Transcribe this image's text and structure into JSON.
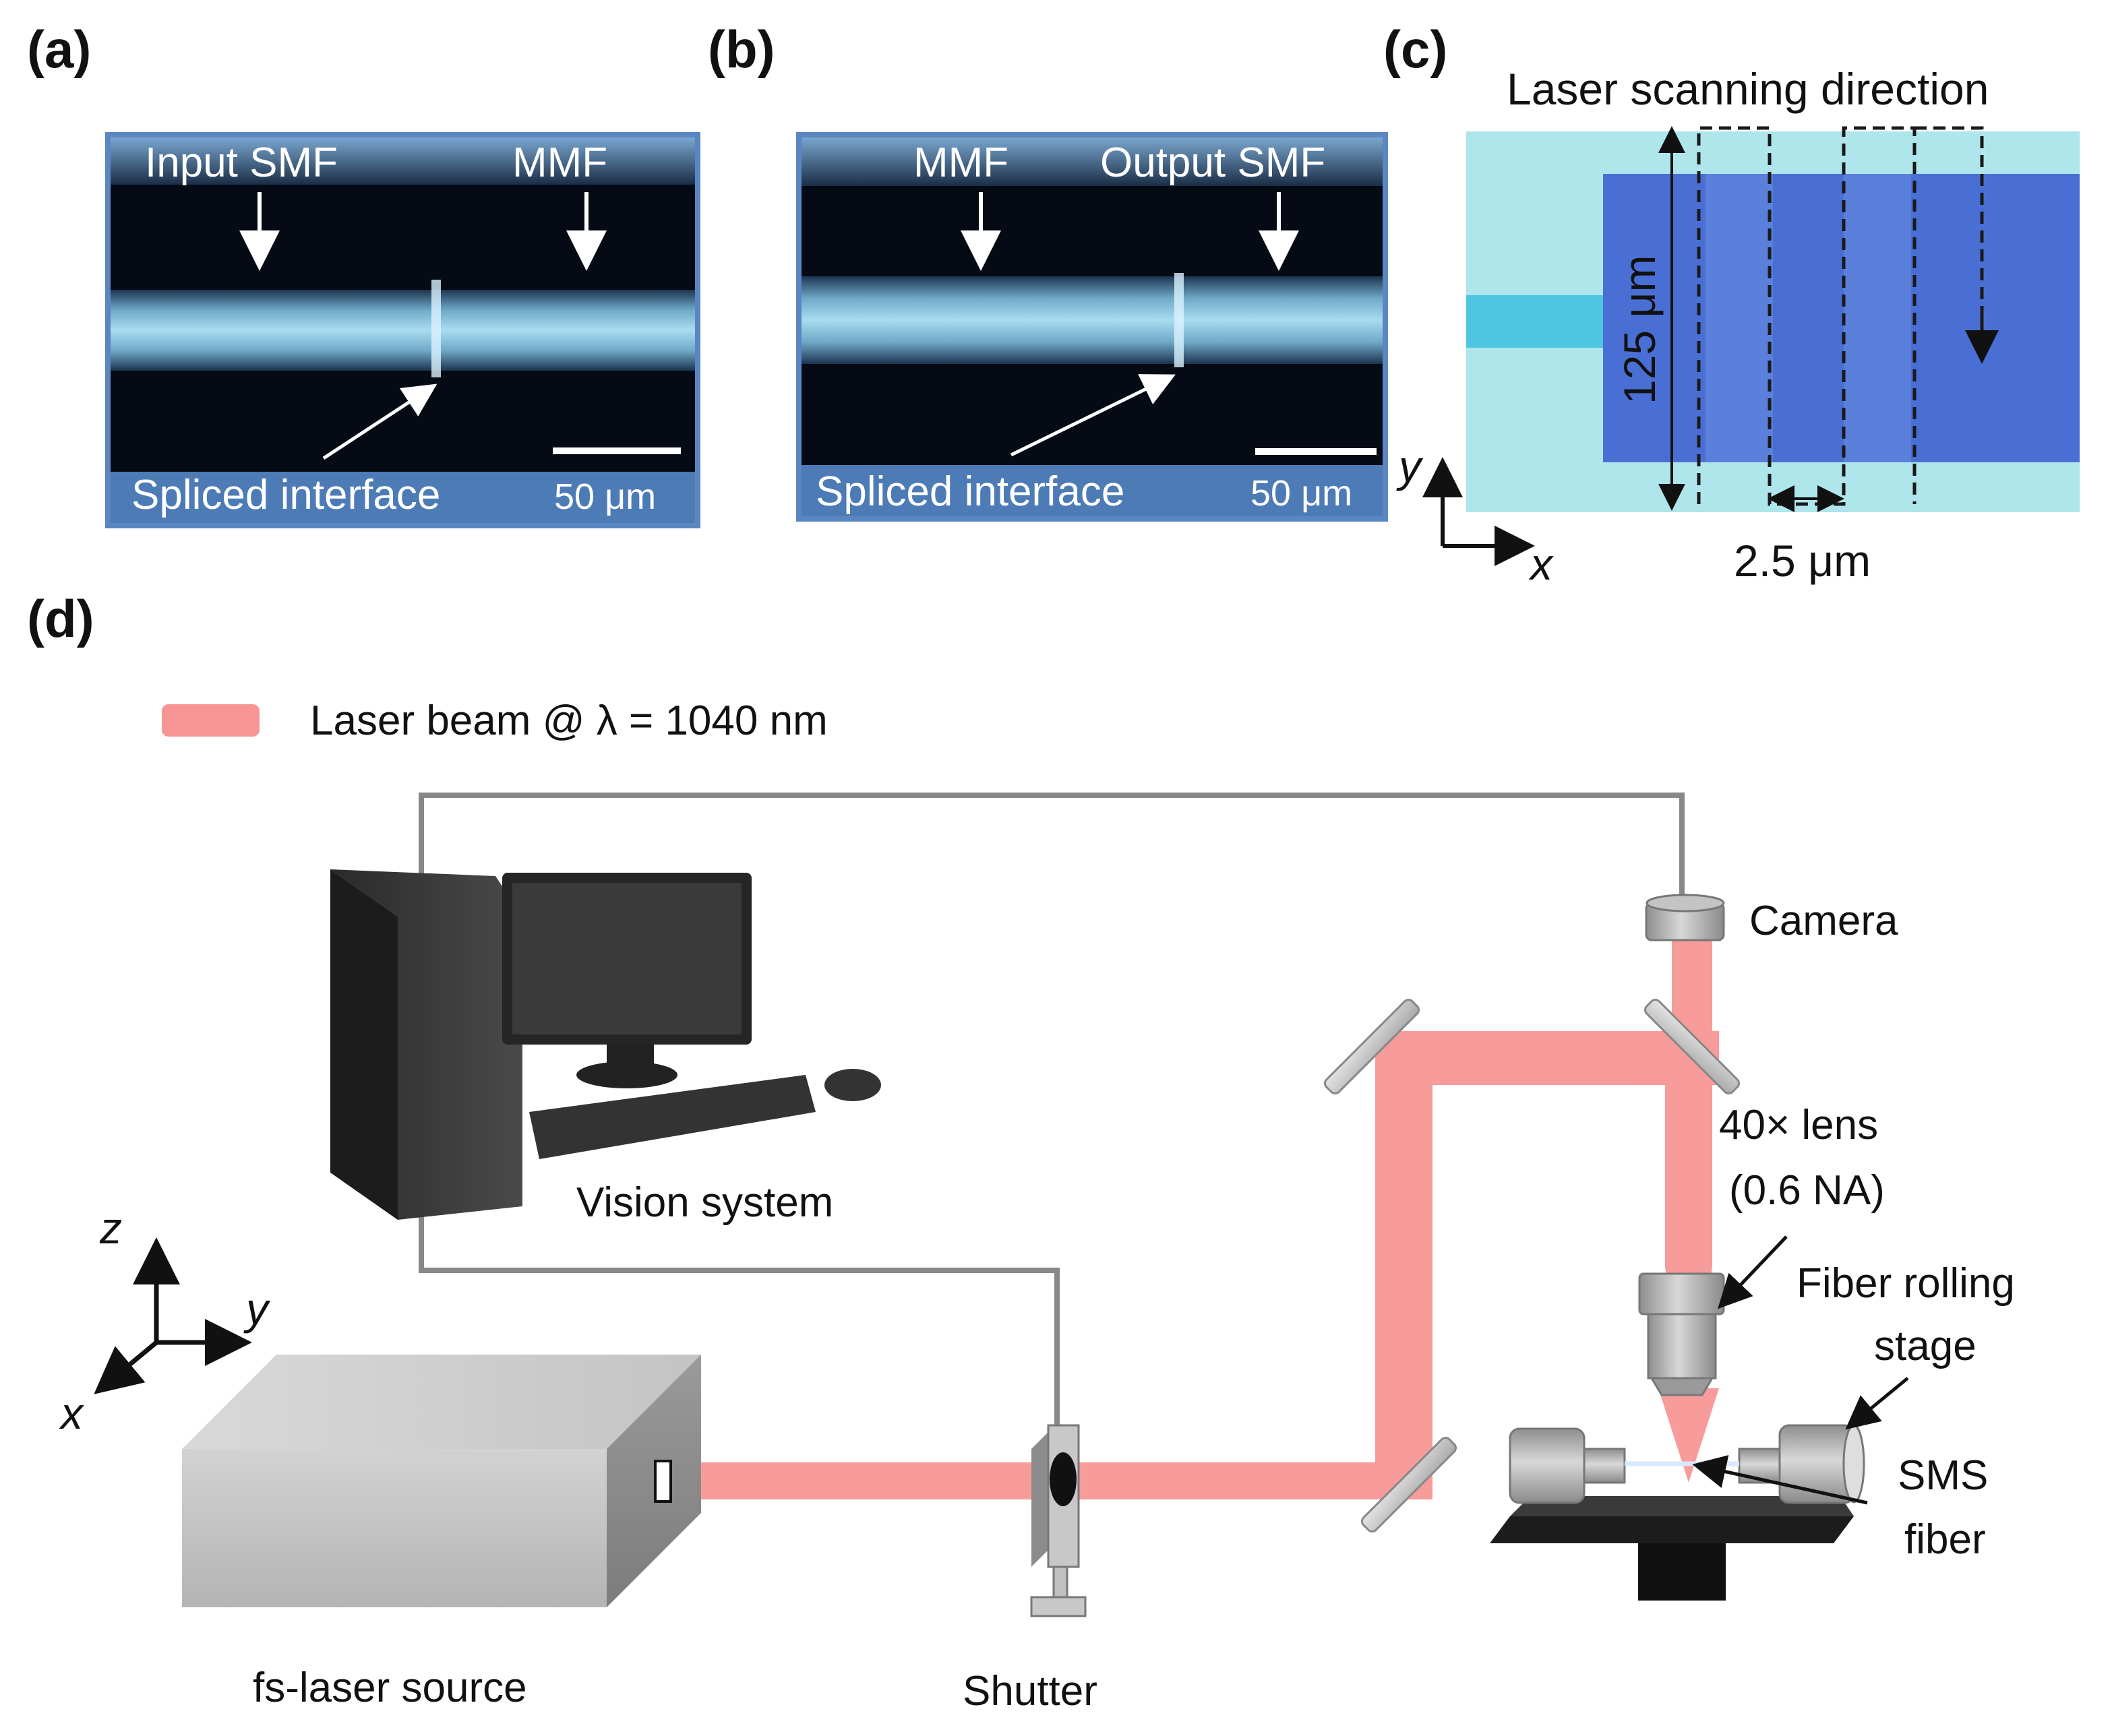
{
  "panels": {
    "a": {
      "label": "(a)",
      "top_left": "Input SMF",
      "top_right": "MMF",
      "bottom": "Spliced interface",
      "scale": "50 μm"
    },
    "b": {
      "label": "(b)",
      "top_left": "MMF",
      "top_right": "Output SMF",
      "bottom": "Spliced interface",
      "scale": "50 μm"
    },
    "c": {
      "label": "(c)",
      "title": "Laser scanning direction",
      "height_label": "125 μm",
      "gap_label": "2.5 μm",
      "axis_y": "y",
      "axis_x": "x"
    },
    "d": {
      "label": "(d)",
      "legend": "Laser beam @ λ = 1040 nm",
      "camera": "Camera",
      "lens_line1": "40× lens",
      "lens_line2": "(0.6 NA)",
      "stage_line1": "Fiber rolling",
      "stage_line2": "stage",
      "fiber_line1": "SMS",
      "fiber_line2": "fiber",
      "vision": "Vision system",
      "source": "fs-laser source",
      "shutter": "Shutter",
      "axis_z": "z",
      "axis_y": "y",
      "axis_x": "x"
    }
  },
  "colors": {
    "beam": "#f57a7a",
    "fiber_light": "#aee6ec",
    "core_dark": "#4a6fd4",
    "smf_core": "#4fc6e0",
    "micrograph_bg": "#050a14",
    "micrograph_frame": "#5a86c2"
  }
}
